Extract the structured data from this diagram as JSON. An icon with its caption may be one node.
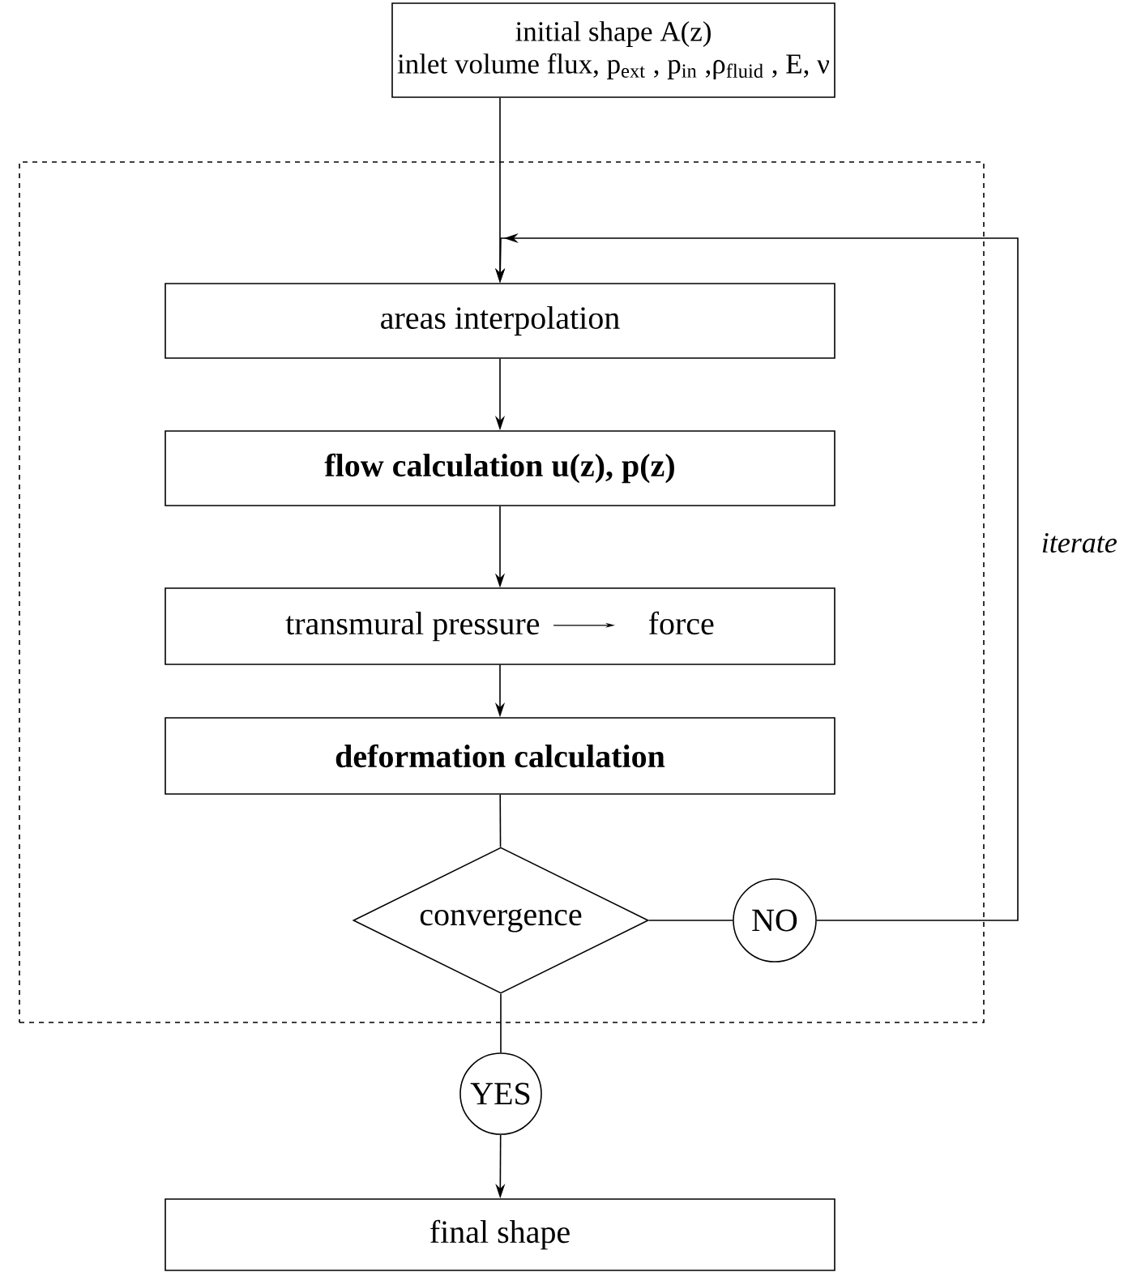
{
  "diagram": {
    "nodes": [
      {
        "text": [
          "initial shape A(z)",
          "inlet volume flux, p$_{ext}$ , p$_{in}$ ,ρ$_{fluid}$ , E, ν"
        ]
      },
      {
        "text": [],
        "shape": "box"
      },
      {
        "text": [
          "areas interpolation"
        ],
        "in": 1
      },
      {
        "text": [
          "**flow calculation u(z), p(z)**"
        ],
        "in": 1
      },
      {
        "text": [
          "transmural pressure",
          "force"
        ],
        "in": 1
      },
      {
        "text": [
          "**deformation calculation**"
        ],
        "in": 1
      },
      {
        "text": [
          "convergence"
        ],
        "in": 1
      },
      {
        "text": [
          "NO"
        ],
        "in": 1
      },
      {
        "text": [
          "YES"
        ]
      },
      {
        "text": [
          "final shape"
        ]
      }
    ],
    "edges": [
      {
        "from": 0,
        "to": 2,
        "arrow": "to"
      },
      {
        "from": 2,
        "to": 3,
        "arrow": "to"
      },
      {
        "from": 3,
        "to": 4,
        "arrow": "to"
      },
      {
        "from": 4,
        "to": 5,
        "arrow": "to"
      },
      {
        "from": 5,
        "to": 6,
        "arrow": "none"
      },
      {
        "from": 6,
        "to": 7,
        "arrow": "none"
      },
      {
        "from": 7,
        "to": 2,
        "arrow": "to"
      },
      {
        "from": 6,
        "to": 8,
        "arrow": "none"
      },
      {
        "from": 8,
        "to": 9,
        "arrow": "to"
      }
    ],
    "labels": [
      "iterate"
    ]
  }
}
